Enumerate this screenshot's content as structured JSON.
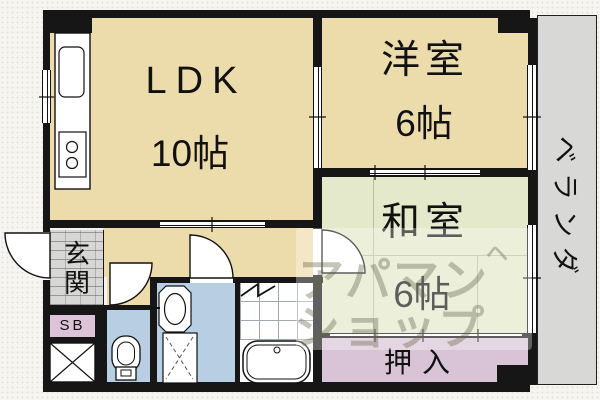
{
  "floorplan": {
    "rooms": {
      "ldk": {
        "label": "LDK",
        "size": "10帖"
      },
      "western": {
        "label": "洋室",
        "size": "6帖"
      },
      "japanese": {
        "label": "和室",
        "size": "6帖"
      },
      "closet": {
        "label": "押入"
      },
      "entrance": {
        "label": "玄関"
      },
      "shoebox": {
        "label": "SB"
      },
      "veranda": {
        "label": "ベランダ"
      }
    },
    "watermark": {
      "line1": "アパマン",
      "mark": "ヘ",
      "line2": "ショップ"
    },
    "colors": {
      "wood_floor": "#eddcab",
      "tatami": "#e3e9ca",
      "closet": "#d9c3d6",
      "wet_room": "#b7cee3",
      "veranda": "#d8d8d6",
      "wall": "#161616"
    }
  }
}
